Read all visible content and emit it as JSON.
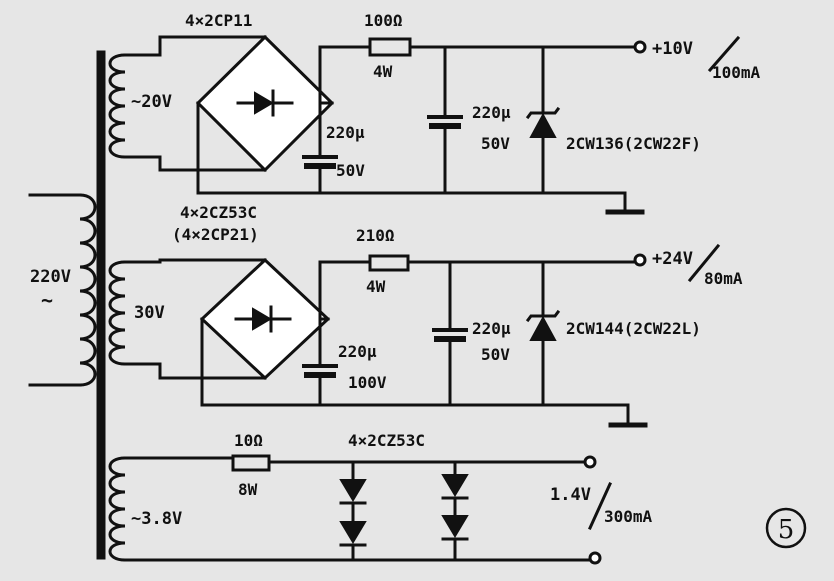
{
  "colors": {
    "background": "#e6e6e6",
    "ink": "#111111",
    "bridge_fill": "#ffffff"
  },
  "transformer": {
    "primary_voltage": "220V",
    "primary_symbol": "~"
  },
  "circuit1": {
    "secondary": "~20V",
    "bridge": "4×2CP11",
    "bridge_alt_line1": "4×2CZ53C",
    "bridge_alt_line2": "(4×2CP21)",
    "filter_cap_value": "220µ",
    "filter_cap_voltage": "50V",
    "resistor_value": "100Ω",
    "resistor_power": "4W",
    "out_cap_value": "220µ",
    "out_cap_voltage": "50V",
    "zener": "2CW136(2CW22F)",
    "output_voltage": "+10V",
    "output_current": "100mA"
  },
  "circuit2": {
    "secondary": "30V",
    "resistor_value": "210Ω",
    "resistor_power": "4W",
    "filter_cap_value": "220µ",
    "filter_cap_voltage": "100V",
    "out_cap_value": "220µ",
    "out_cap_voltage": "50V",
    "zener": "2CW144(2CW22L)",
    "output_voltage": "+24V",
    "output_current": "80mA"
  },
  "circuit3": {
    "secondary": "~3.8V",
    "resistor_value": "10Ω",
    "resistor_power": "8W",
    "diodes": "4×2CZ53C",
    "output_voltage": "1.4V",
    "output_current": "300mA"
  },
  "figure_number": "5"
}
